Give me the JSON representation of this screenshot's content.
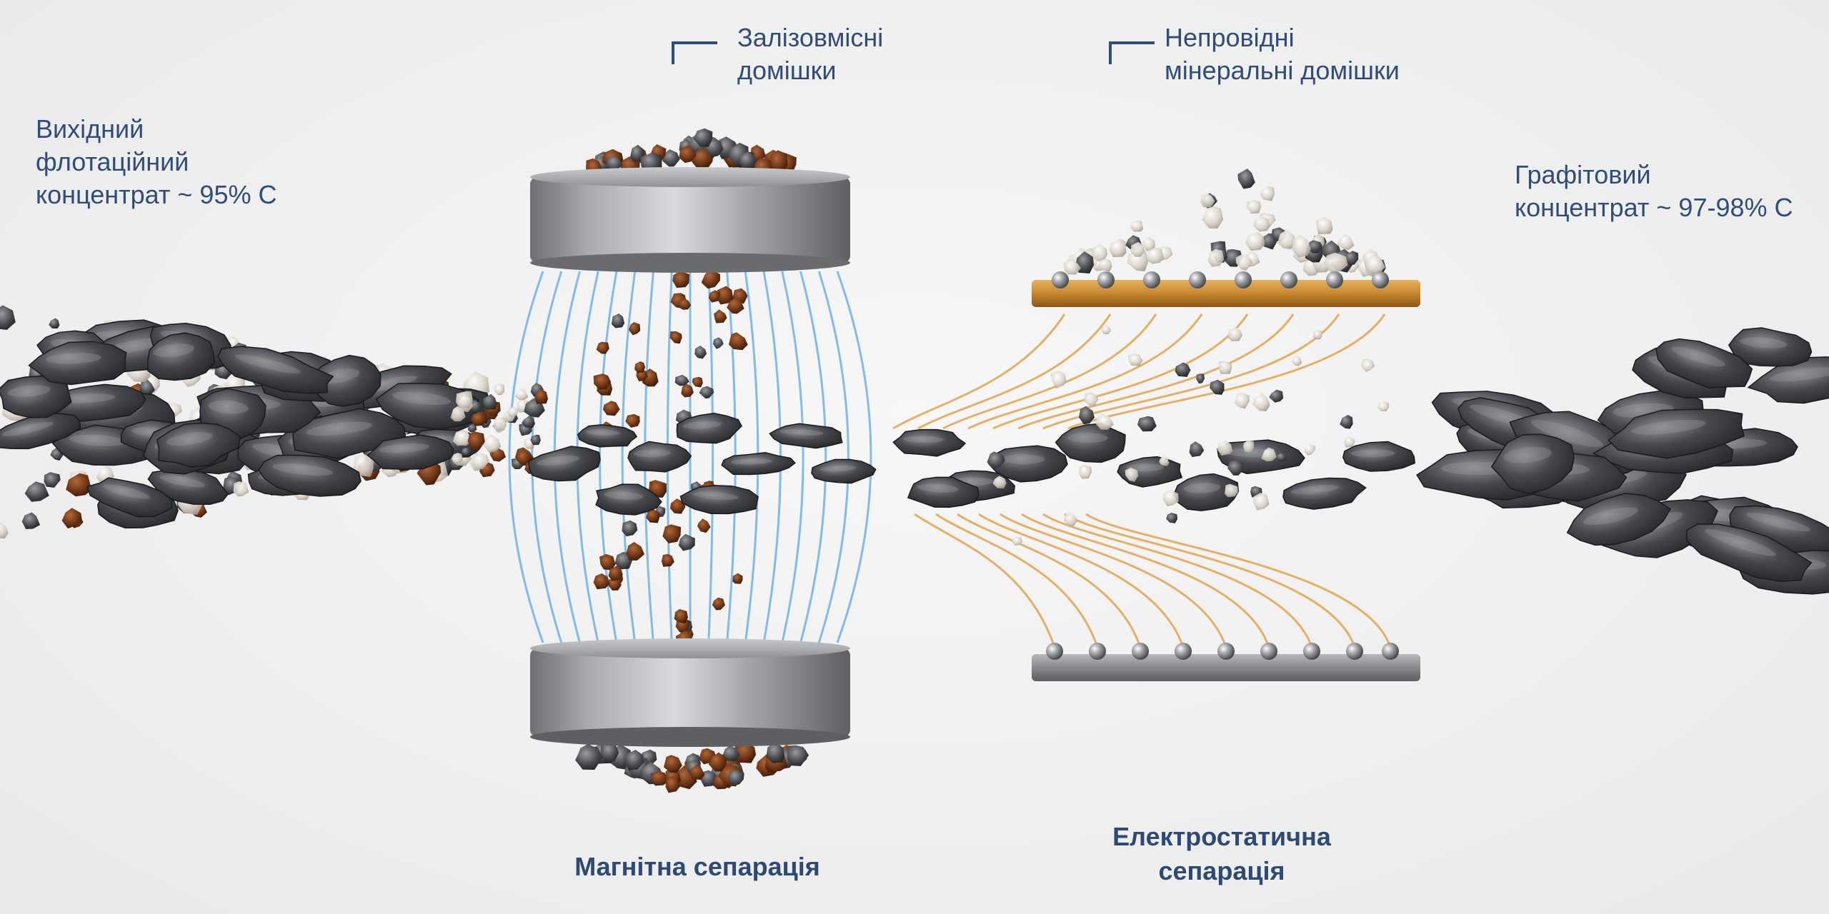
{
  "labels": {
    "input": [
      "Вихідний",
      "флотаційний",
      "концентрат ~ 95% С"
    ],
    "iron": [
      "Залізовмісні",
      "домішки"
    ],
    "nonconductive": [
      "Непровідні",
      "мінеральні домішки"
    ],
    "output": [
      "Графітовий",
      "концентрат ~ 97-98% С"
    ]
  },
  "stages": {
    "magnetic": [
      "Магнітна сепарація"
    ],
    "electrostatic": [
      "Електростатична",
      "сепарація"
    ]
  },
  "colors": {
    "text": "#2f4d78",
    "graphite": "#3a3c40",
    "iron_particle": "#7a3f1c",
    "mineral_particle": "#d8cfc2",
    "field_lines": "#5aa8ee",
    "copper_electrode": "#c8872e",
    "steel": "#8e8e92"
  }
}
